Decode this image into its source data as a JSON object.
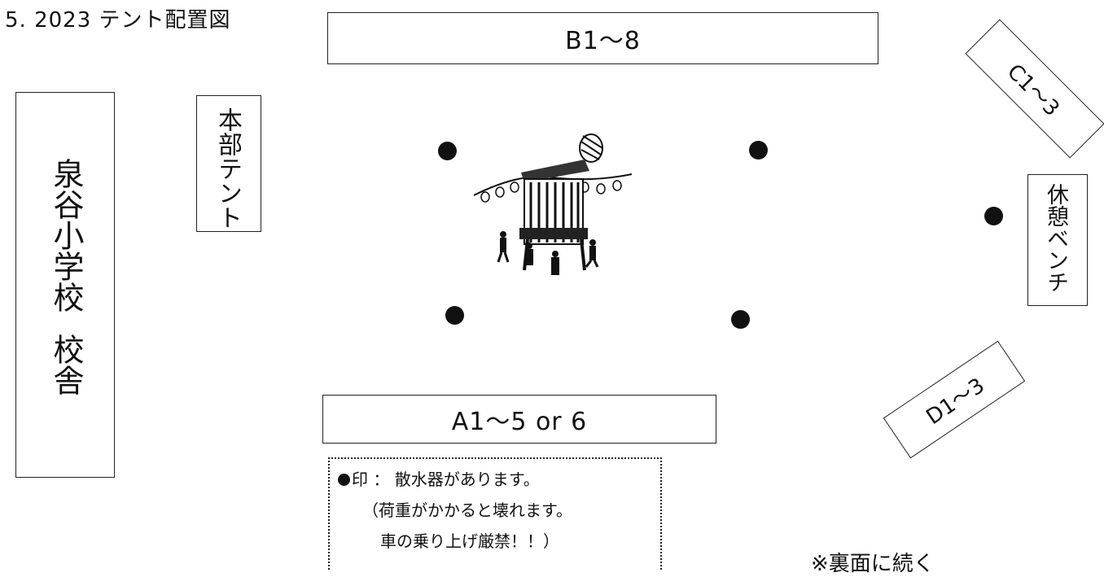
{
  "title": "5.  2023 テント配置図",
  "zones": {
    "b": "B1～8",
    "a": "A1～5 or 6",
    "c": "C1～3",
    "d": "D1～3",
    "school_name": "泉谷小学校",
    "school_building": "校舎",
    "hq_tent": "本部テント",
    "bench": "休憩ベンチ"
  },
  "note": {
    "line1": "印 ： 散水器があります。",
    "line2": "（荷重がかかると壊れます。",
    "line3": "車の乗り上げ厳禁！！）"
  },
  "footnote": "※裏面に続く",
  "icons": [
    "sprinkler-dot-icon",
    "bon-odori-tower-icon"
  ],
  "colors": {
    "ink": "#111111",
    "paper": "#ffffff"
  }
}
